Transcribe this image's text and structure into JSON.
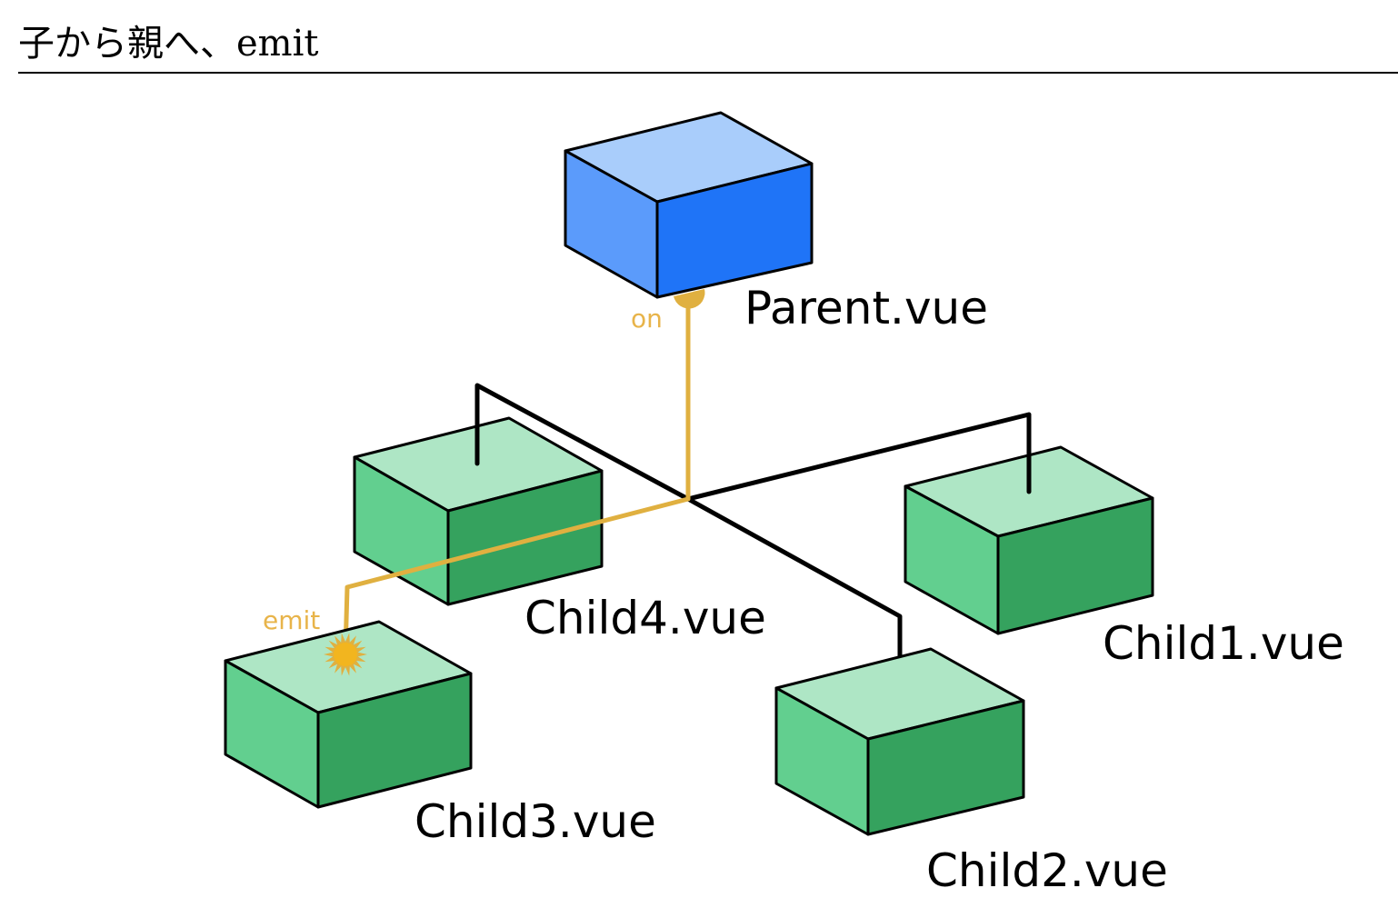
{
  "title": "子から親へ、emit",
  "colors": {
    "parent_top": "#a9cdfb",
    "parent_left": "#5b9bfb",
    "parent_right": "#1f74f7",
    "child_top": "#aee6c5",
    "child_left": "#62cf8f",
    "child_right": "#35a25e",
    "event_line": "#e0b040",
    "event_label": "#e8b44a",
    "tree_line": "#000000"
  },
  "nodes": {
    "parent": {
      "label": "Parent.vue"
    },
    "child1": {
      "label": "Child1.vue"
    },
    "child2": {
      "label": "Child2.vue"
    },
    "child3": {
      "label": "Child3.vue"
    },
    "child4": {
      "label": "Child4.vue"
    }
  },
  "edges": {
    "on_label": "on",
    "emit_label": "emit"
  }
}
